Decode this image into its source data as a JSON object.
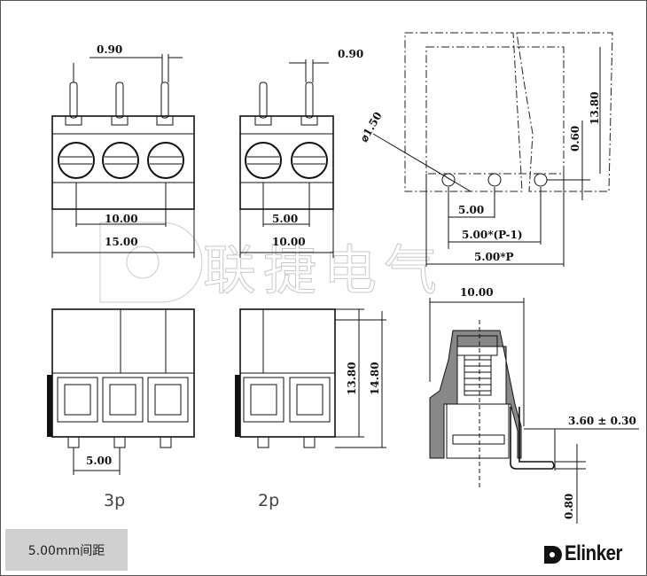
{
  "watermark": "联捷电气",
  "front_3p": {
    "pin_width": "0.90",
    "pitch": "10.00",
    "width": "15.00"
  },
  "front_2p": {
    "pin_width": "0.90",
    "pitch": "5.00",
    "width": "10.00"
  },
  "pcb_layout": {
    "hole_diameter": "⌀1.50",
    "offset": "0.60",
    "depth": "13.80",
    "pitch": "5.00",
    "pitch_n_minus_1": "5.00*(P-1)",
    "pitch_n": "5.00*P"
  },
  "bottom_3p": {
    "pitch": "5.00",
    "label": "3p"
  },
  "bottom_2p": {
    "height": "13.80",
    "total_height": "14.80",
    "label": "2p"
  },
  "side_view": {
    "depth": "10.00",
    "pin_length": "3.60 ± 0.30",
    "pin_thickness": "0.80"
  },
  "caption": "5.00mm间距",
  "logo": "Elinker"
}
